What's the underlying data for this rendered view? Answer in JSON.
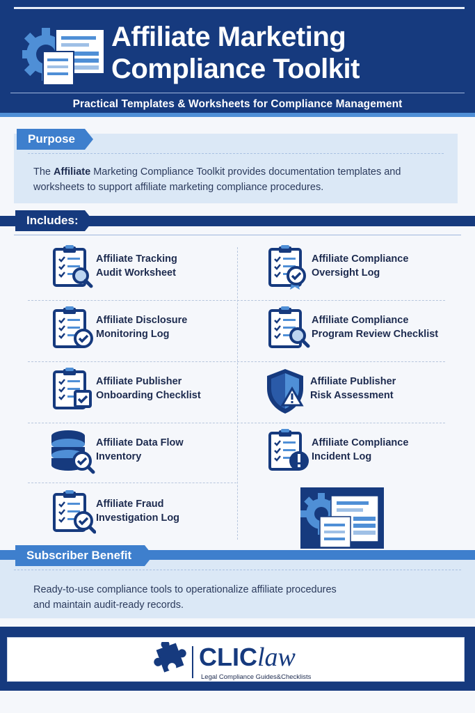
{
  "header": {
    "title_line1": "Affiliate Marketing",
    "title_line2": "Compliance Toolkit",
    "subtitle": "Practical Templates & Worksheets for Compliance Management"
  },
  "purpose": {
    "heading": "Purpose",
    "text_prefix": "The ",
    "text_bold": "Affiliate",
    "text_line1_rest": " Marketing Compliance Toolkit provides documentation templates and",
    "text_line2": "worksheets to support affiliate marketing compliance procedures."
  },
  "includes": {
    "heading": "Includes:",
    "items": [
      {
        "line1": "Affiliate Tracking",
        "line2": "Audit Worksheet",
        "icon": "clipboard-magnifier-icon"
      },
      {
        "line1": "Affiliate Compliance",
        "line2": "Oversight Log",
        "icon": "clipboard-badge-icon"
      },
      {
        "line1": "Affiliate Disclosure",
        "line2": "Monitoring Log",
        "icon": "clipboard-check-icon"
      },
      {
        "line1": "Affiliate Compliance",
        "line2": "Program Review Checklist",
        "icon": "clipboard-magnifier-icon"
      },
      {
        "line1": "Affiliate Publisher",
        "line2": "Onboarding Checklist",
        "icon": "clipboard-check-icon"
      },
      {
        "line1": "Affiliate Publisher",
        "line2": "Risk Assessment",
        "icon": "shield-warning-icon"
      },
      {
        "line1": "Affiliate Data Flow",
        "line2": "Inventory",
        "icon": "database-check-icon"
      },
      {
        "line1": "Affiliate Compliance",
        "line2": "Incident Log",
        "icon": "clipboard-alert-icon"
      },
      {
        "line1": "Affiliate Fraud",
        "line2": "Investigation Log",
        "icon": "clipboard-check-icon"
      }
    ]
  },
  "subscriber": {
    "heading": "Subscriber Benefit",
    "line1": "Ready-to-use compliance tools to operationalize affiliate procedures",
    "line2": "and maintain audit-ready records."
  },
  "footer": {
    "brand_bold": "CLIC",
    "brand_italic": "law",
    "tagline": "Legal Compliance Guides&Checklists"
  },
  "colors": {
    "navy": "#163a7e",
    "accent_blue": "#3e7fcd",
    "panel_light": "#dbe8f6"
  }
}
